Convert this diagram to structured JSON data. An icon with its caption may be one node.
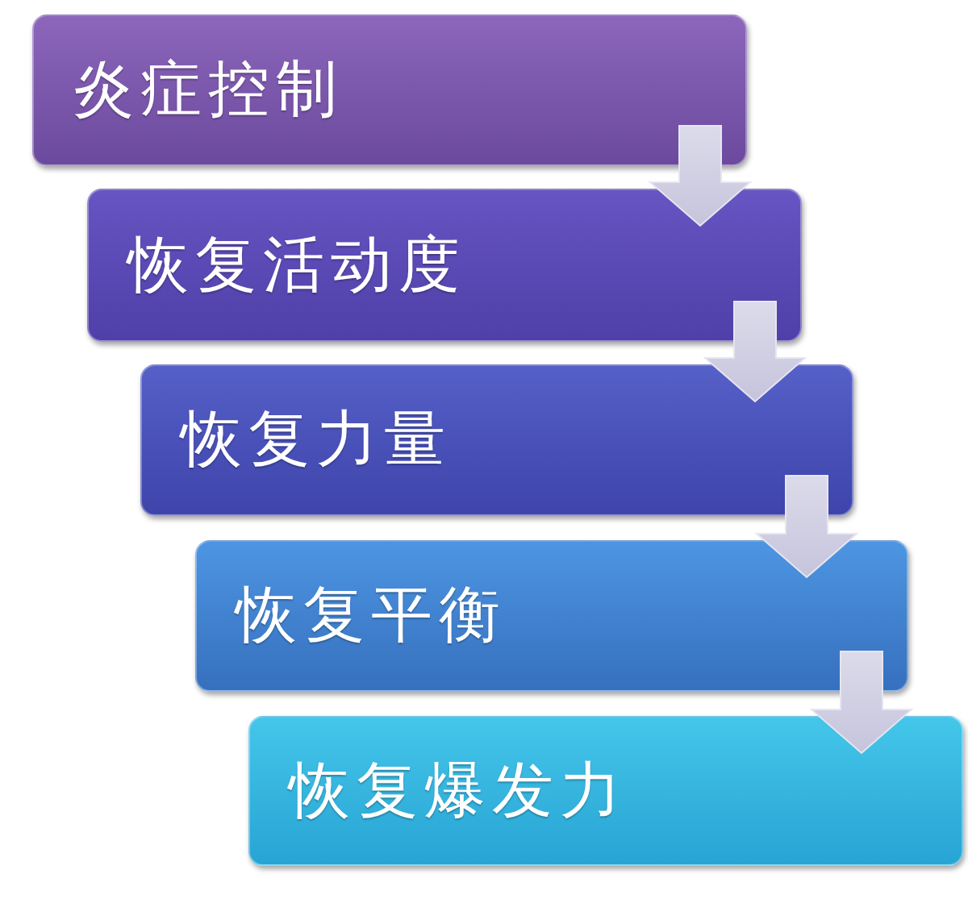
{
  "diagram": {
    "nodes": [
      {
        "text": [
          "炎症控制"
        ]
      },
      {
        "text": [
          "恢复活动度"
        ]
      },
      {
        "text": [
          "恢复力量"
        ]
      },
      {
        "text": [
          "恢复平衡"
        ]
      },
      {
        "text": [
          "恢复爆发力"
        ]
      }
    ],
    "edges": [
      {
        "from": 0,
        "to": 1,
        "arrow": "to"
      },
      {
        "from": 1,
        "to": 2,
        "arrow": "to"
      },
      {
        "from": 2,
        "to": 3,
        "arrow": "to"
      },
      {
        "from": 3,
        "to": 4,
        "arrow": "to"
      }
    ]
  }
}
